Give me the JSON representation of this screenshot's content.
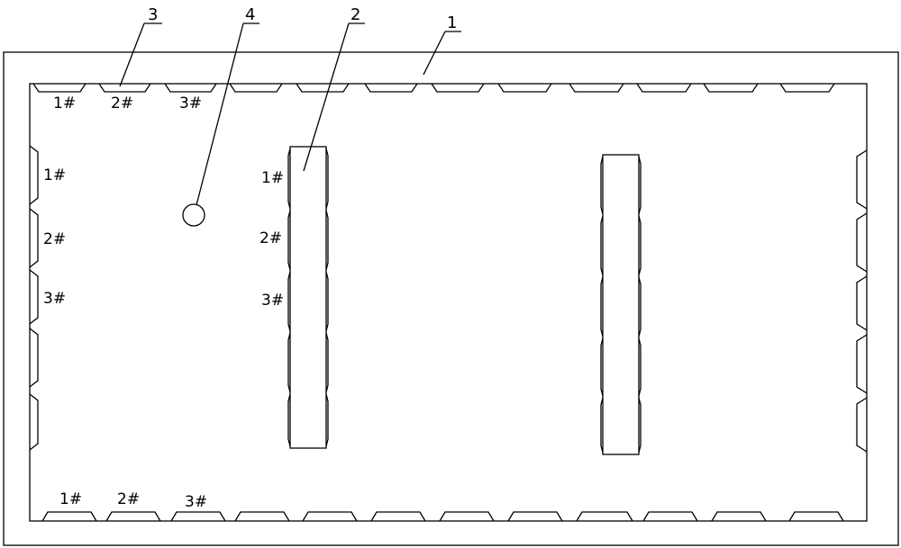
{
  "callouts": {
    "c1": "1",
    "c2": "2",
    "c3": "3",
    "c4": "4"
  },
  "slot_labels": {
    "top": [
      "1#",
      "2#",
      "3#"
    ],
    "left": [
      "1#",
      "2#",
      "3#"
    ],
    "column": [
      "1#",
      "2#",
      "3#"
    ],
    "bottom": [
      "1#",
      "2#",
      "3#"
    ]
  }
}
